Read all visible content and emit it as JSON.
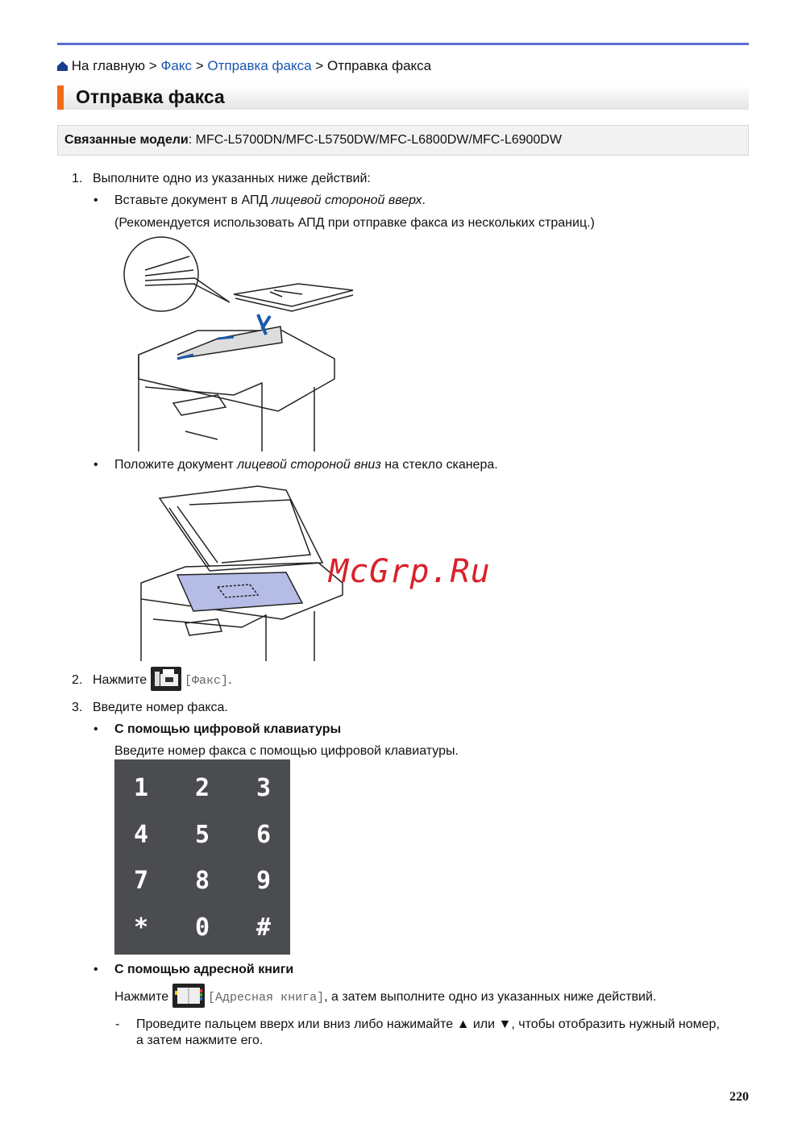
{
  "breadcrumb": {
    "home": "На главную",
    "sep": ">",
    "fax": "Факс",
    "send_fax": "Отправка факса",
    "current": "Отправка факса"
  },
  "title": "Отправка факса",
  "models": {
    "label": "Связанные модели",
    "colon": ":",
    "value": "MFC-L5700DN/MFC-L5750DW/MFC-L6800DW/MFC-L6900DW"
  },
  "step1": {
    "num": "1.",
    "text": "Выполните одно из указанных ниже действий:",
    "bullet1": {
      "pre": "Вставьте документ в АПД ",
      "em": "лицевой стороной вверх",
      "post": ".",
      "note": "(Рекомендуется использовать АПД при отправке факса из нескольких страниц.)"
    },
    "bullet2": {
      "pre": "Положите документ ",
      "em": "лицевой стороной вниз",
      "post": " на стекло сканера."
    }
  },
  "step2": {
    "num": "2.",
    "pre": "Нажмите",
    "key": "[Факс]",
    "post": "."
  },
  "step3": {
    "num": "3.",
    "text": "Введите номер факса.",
    "bullet1": {
      "title": "С помощью цифровой клавиатуры",
      "text": "Введите номер факса с помощью цифровой клавиатуры."
    },
    "keypad": [
      "1",
      "2",
      "3",
      "4",
      "5",
      "6",
      "7",
      "8",
      "9",
      "*",
      "0",
      "#"
    ],
    "bullet2": {
      "title": "С помощью адресной книги",
      "pre": "Нажмите",
      "key": "[Адресная книга]",
      "post": ", а затем выполните одно из указанных ниже действий."
    },
    "dash": "-",
    "sub1": {
      "line1": "Проведите пальцем вверх или вниз либо нажимайте ▲ или ▼, чтобы отобразить нужный номер,",
      "line2": "а затем нажмите его."
    }
  },
  "bullet": "•",
  "watermark": "McGrp.Ru",
  "page_number": "220"
}
